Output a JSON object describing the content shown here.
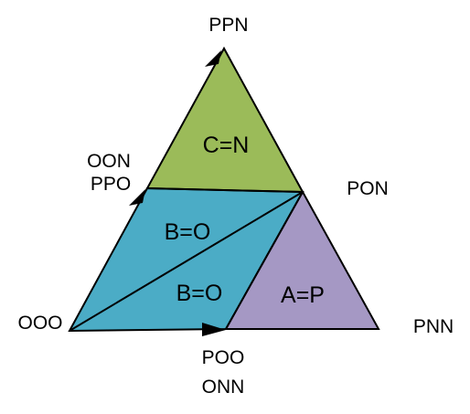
{
  "vertices": {
    "top": "PPN",
    "upper_left_1": "OON",
    "upper_left_2": "PPO",
    "right_mid": "PON",
    "bottom_left": "OOO",
    "bottom_right": "PNN",
    "bottom_mid_1": "POO",
    "bottom_mid_2": "ONN"
  },
  "regions": [
    {
      "label": "C=N",
      "color": "#9bbb59"
    },
    {
      "label": "B=O",
      "color": "#4bacc6"
    },
    {
      "label": "B=O",
      "color": "#4bacc6"
    },
    {
      "label": "A=P",
      "color": "#a598c4"
    }
  ]
}
